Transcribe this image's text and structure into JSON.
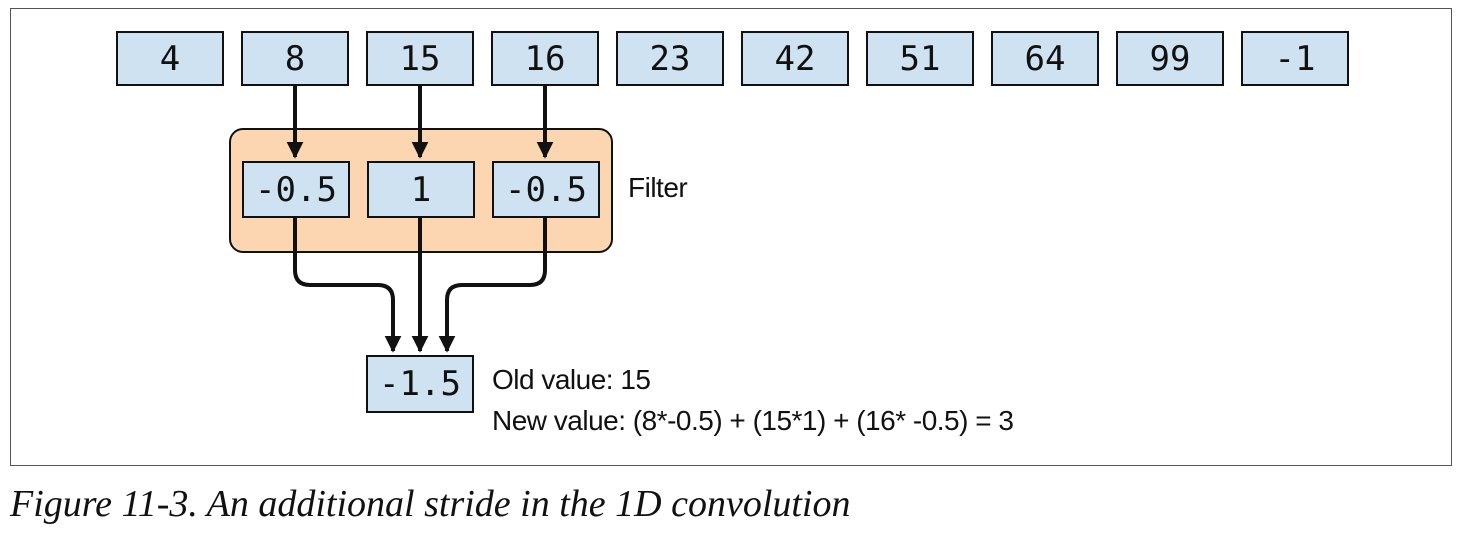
{
  "input_sequence": [
    "4",
    "8",
    "15",
    "16",
    "23",
    "42",
    "51",
    "64",
    "99",
    "-1"
  ],
  "filter": {
    "values": [
      "-0.5",
      "1",
      "-0.5"
    ],
    "label": "Filter"
  },
  "output": {
    "value": "-1.5",
    "old_value_text": "Old value: 15",
    "new_value_text": "New value: (8*-0.5) + (15*1) + (16* -0.5) = 3"
  },
  "caption": "Figure 11-3. An additional stride in the 1D convolution",
  "colors": {
    "cell_fill": "#cfe2f1",
    "filter_panel_fill": "#fbd6b0",
    "stroke": "#111111"
  }
}
